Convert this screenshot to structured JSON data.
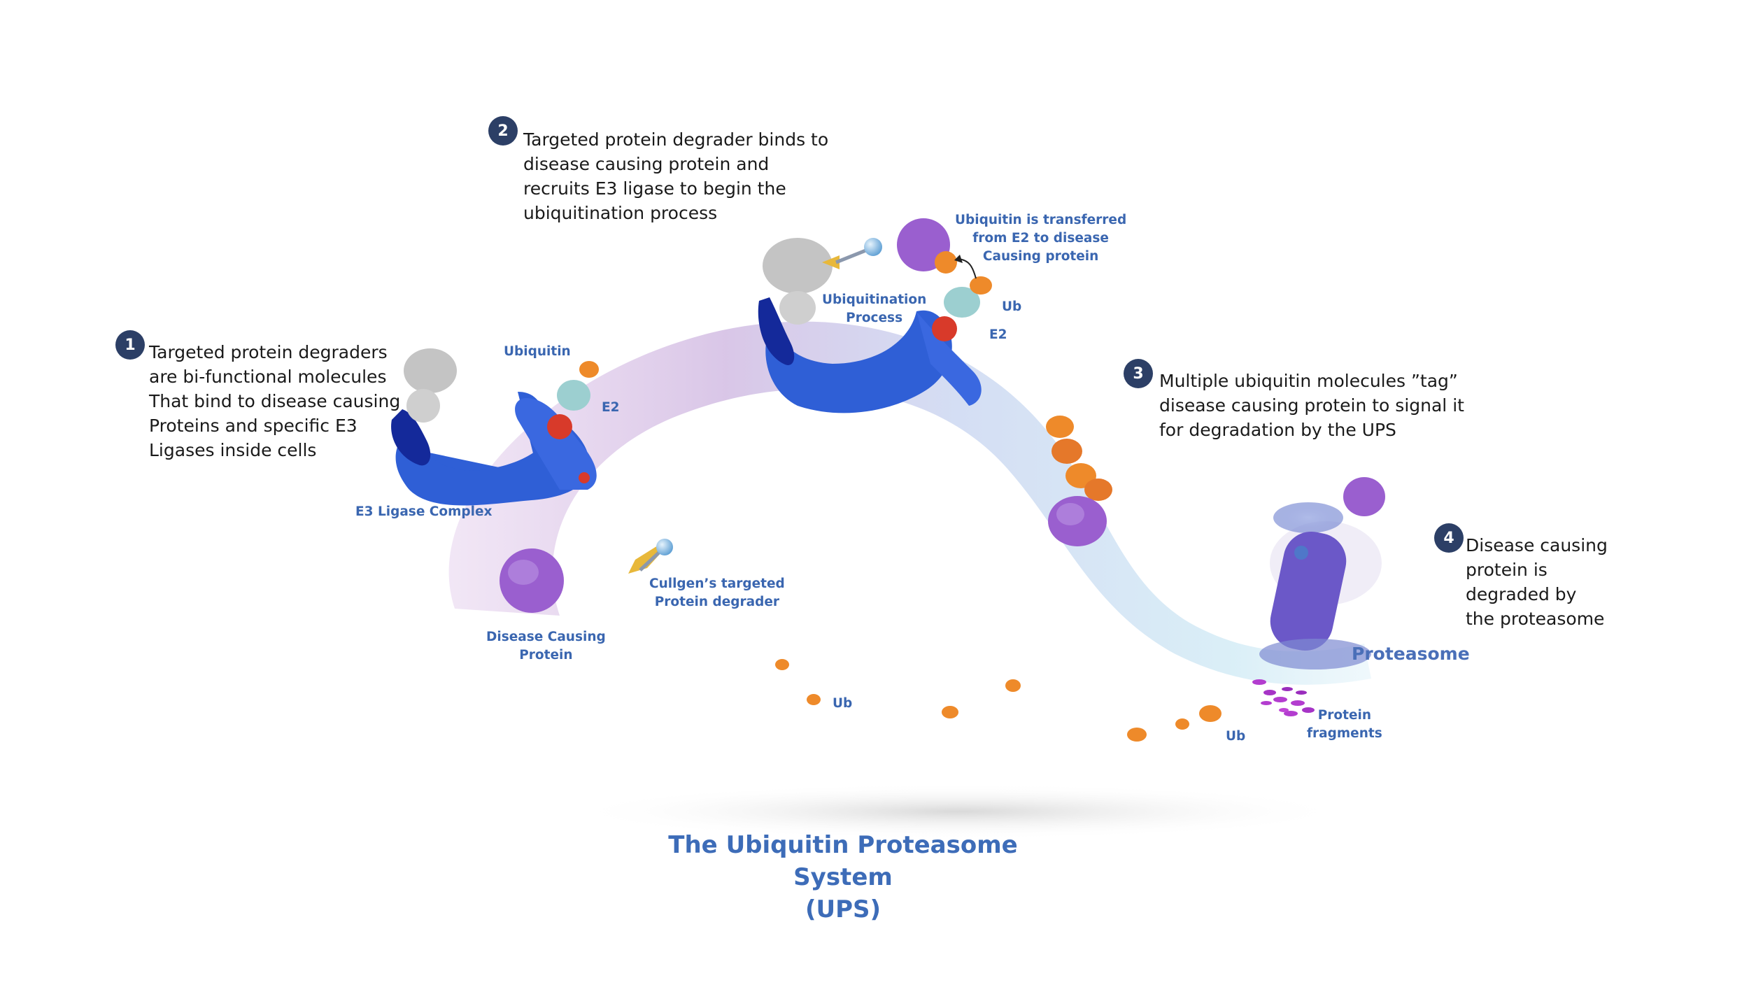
{
  "steps": [
    {
      "number": "1",
      "text": "Targeted protein degraders\nare bi-functional molecules\nThat bind to disease causing\nProteins and specific E3\nLigases inside cells"
    },
    {
      "number": "2",
      "text": "Targeted protein degrader binds to\ndisease causing protein and\nrecruits E3 ligase to begin the\nubiquitination process"
    },
    {
      "number": "3",
      "text": "Multiple ubiquitin molecules ”tag”\ndisease causing protein to signal it\nfor degradation by the UPS"
    },
    {
      "number": "4",
      "text": "Disease causing\nprotein is\ndegraded by\nthe proteasome"
    }
  ],
  "labels": {
    "ubiquitin": "Ubiquitin",
    "e2_stage1": "E2",
    "e3_ligase_complex": "E3 Ligase Complex",
    "disease_causing_protein": "Disease Causing\nProtein",
    "cullgen_degrader": "Cullgen’s targeted\nProtein degrader",
    "ubiquitination_process": "Ubiquitination\nProcess",
    "ubiquitin_transferred": "Ubiquitin is transferred\nfrom E2 to disease\nCausing protein",
    "ub_stage2": "Ub",
    "e2_stage2": "E2",
    "ub_free_left": "Ub",
    "ub_free_right": "Ub",
    "proteasome": "Proteasome",
    "protein_fragments": "Protein\nfragments"
  },
  "title": "The Ubiquitin Proteasome System\n(UPS)",
  "colors": {
    "text_dark": "#1a1a1a",
    "label_blue": "#3a66b0",
    "badge_navy": "#2c3f66",
    "e3_blue": "#2f5fd6",
    "e3_dark": "#14299a",
    "grey_protein": "#c4c4c4",
    "e2_teal": "#9ccfd0",
    "red_domain": "#d83a2a",
    "ubiquitin_orange": "#ee8a2a",
    "target_purple": "#9a5fcf",
    "proteasome_purple": "#6b58c8",
    "degrader_ball": "#8ec0e8",
    "degrader_arrow": "#e8b83a",
    "ribbon_lavender": "#c7a6d9",
    "ribbon_sky": "#c9e6f2"
  },
  "icons": [
    "e3-ligase-complex-icon",
    "ubiquitin-icon",
    "e2-enzyme-icon",
    "disease-protein-icon",
    "degrader-molecule-icon",
    "proteasome-icon",
    "protein-fragment-icon"
  ]
}
